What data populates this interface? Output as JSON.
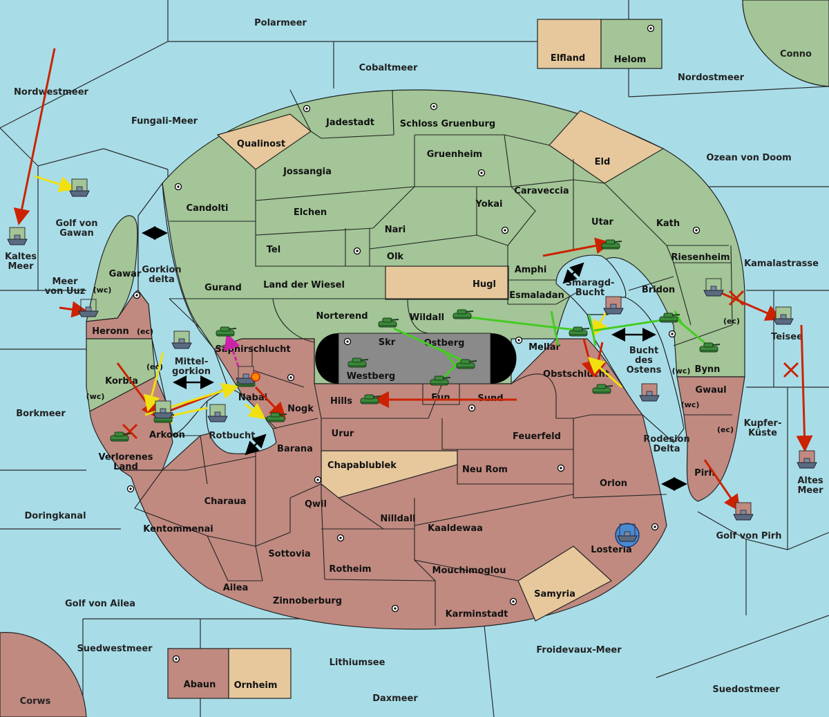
{
  "map": {
    "colors": {
      "sea": "#a8dde8",
      "green": "#a3c597",
      "red": "#c08a80",
      "neutral": "#e6c89c",
      "impassable": "#000000",
      "grey": "#8a8a8a",
      "supply_center": "#000000",
      "move_red": "#cc2200",
      "support_yellow": "#f0e010",
      "support_green": "#44cc22",
      "retreat_magenta": "#cc22aa"
    },
    "sea_labels": [
      {
        "id": "polarmeer",
        "text": "Polarmeer"
      },
      {
        "id": "cobaltmeer",
        "text": "Cobaltmeer"
      },
      {
        "id": "nordwestmeer",
        "text": "Nordwestmeer"
      },
      {
        "id": "fungali-meer",
        "text": "Fungali-Meer"
      },
      {
        "id": "conno",
        "text": "Conno"
      },
      {
        "id": "nordostmeer",
        "text": "Nordostmeer"
      },
      {
        "id": "ozean-von-doom",
        "text": "Ozean von Doom"
      },
      {
        "id": "golf-von-gawan",
        "text": "Golf von\nGawan"
      },
      {
        "id": "kaltes-meer",
        "text": "Kaltes\nMeer"
      },
      {
        "id": "meer-von-uuz",
        "text": "Meer\nvon Uuz"
      },
      {
        "id": "gorkion-delta",
        "text": "Gorkion\ndelta"
      },
      {
        "id": "kamalastrasse",
        "text": "Kamalastrasse"
      },
      {
        "id": "smaragd-bucht",
        "text": "Smaragd-\nBucht"
      },
      {
        "id": "mittel-gorkion",
        "text": "Mittel-\ngorkion"
      },
      {
        "id": "bucht-des-ostens",
        "text": "Bucht\ndes\nOstens"
      },
      {
        "id": "teisee",
        "text": "Teisee"
      },
      {
        "id": "borkmeer",
        "text": "Borkmeer"
      },
      {
        "id": "rotbucht",
        "text": "Rotbucht"
      },
      {
        "id": "kupfer-kueste",
        "text": "Kupfer-\nKüste"
      },
      {
        "id": "rodesion-delta",
        "text": "Rodesion\nDelta"
      },
      {
        "id": "altes-meer",
        "text": "Altes\nMeer"
      },
      {
        "id": "doringkanal",
        "text": "Doringkanal"
      },
      {
        "id": "golf-von-pirh",
        "text": "Golf von Pirh"
      },
      {
        "id": "golf-von-ailea",
        "text": "Golf von Ailea"
      },
      {
        "id": "suedwestmeer",
        "text": "Suedwestmeer"
      },
      {
        "id": "froidevaux-meer",
        "text": "Froidevaux-Meer"
      },
      {
        "id": "lithiumsee",
        "text": "Lithiumsee"
      },
      {
        "id": "suedostmeer",
        "text": "Suedostmeer"
      },
      {
        "id": "daxmeer",
        "text": "Daxmeer"
      },
      {
        "id": "corws",
        "text": "Corws"
      }
    ],
    "land_labels": [
      {
        "id": "elfland",
        "text": "Elfland"
      },
      {
        "id": "helom",
        "text": "Helom"
      },
      {
        "id": "jadestadt",
        "text": "Jadestadt"
      },
      {
        "id": "schloss-gruenburg",
        "text": "Schloss Gruenburg"
      },
      {
        "id": "qualinost",
        "text": "Qualinost"
      },
      {
        "id": "gruenheim",
        "text": "Gruenheim"
      },
      {
        "id": "eld",
        "text": "Eld"
      },
      {
        "id": "jossangia",
        "text": "Jossangia"
      },
      {
        "id": "caraveccia",
        "text": "Caraveccia"
      },
      {
        "id": "candolti",
        "text": "Candolti"
      },
      {
        "id": "elchen",
        "text": "Elchen"
      },
      {
        "id": "yokai",
        "text": "Yokai"
      },
      {
        "id": "utar",
        "text": "Utar"
      },
      {
        "id": "kath",
        "text": "Kath"
      },
      {
        "id": "nari",
        "text": "Nari"
      },
      {
        "id": "tel",
        "text": "Tel"
      },
      {
        "id": "olk",
        "text": "Olk"
      },
      {
        "id": "amphi",
        "text": "Amphi"
      },
      {
        "id": "riesenheim",
        "text": "Riesenheim"
      },
      {
        "id": "gawar",
        "text": "Gawar"
      },
      {
        "id": "land-der-wiesel",
        "text": "Land der Wiesel"
      },
      {
        "id": "hugl",
        "text": "Hugl"
      },
      {
        "id": "gurand",
        "text": "Gurand"
      },
      {
        "id": "bridon",
        "text": "Bridon"
      },
      {
        "id": "esmaladan",
        "text": "Esmaladan"
      },
      {
        "id": "heronn",
        "text": "Heronn"
      },
      {
        "id": "norterend",
        "text": "Norterend"
      },
      {
        "id": "wildall",
        "text": "Wildall"
      },
      {
        "id": "saphirschlucht",
        "text": "Saphirschlucht"
      },
      {
        "id": "skr",
        "text": "Skr"
      },
      {
        "id": "ostberg",
        "text": "Ostberg"
      },
      {
        "id": "mellar",
        "text": "Mellar"
      },
      {
        "id": "westberg",
        "text": "Westberg"
      },
      {
        "id": "korbia",
        "text": "Korbia"
      },
      {
        "id": "obstschlucht",
        "text": "Obstschlucht"
      },
      {
        "id": "bynn",
        "text": "Bynn"
      },
      {
        "id": "nabai",
        "text": "Nabai"
      },
      {
        "id": "hills",
        "text": "Hills"
      },
      {
        "id": "eun",
        "text": "Eun"
      },
      {
        "id": "sund",
        "text": "Sund"
      },
      {
        "id": "gwaul",
        "text": "Gwaul"
      },
      {
        "id": "nogk",
        "text": "Nogk"
      },
      {
        "id": "arkoon",
        "text": "Arkoon"
      },
      {
        "id": "urur",
        "text": "Urur"
      },
      {
        "id": "feuerfeld",
        "text": "Feuerfeld"
      },
      {
        "id": "verlorenes-land",
        "text": "Verlorenes\nLand"
      },
      {
        "id": "barana",
        "text": "Barana"
      },
      {
        "id": "chapablublek",
        "text": "Chapablublek"
      },
      {
        "id": "neu-rom",
        "text": "Neu Rom"
      },
      {
        "id": "orlon",
        "text": "Orlon"
      },
      {
        "id": "pirh",
        "text": "Pirh"
      },
      {
        "id": "charaua",
        "text": "Charaua"
      },
      {
        "id": "qwil",
        "text": "Qwil"
      },
      {
        "id": "nilldall",
        "text": "Nilldall"
      },
      {
        "id": "kentommenai",
        "text": "Kentommenai"
      },
      {
        "id": "kaaldewaa",
        "text": "Kaaldewaa"
      },
      {
        "id": "losteria",
        "text": "Losteria"
      },
      {
        "id": "sottovia",
        "text": "Sottovia"
      },
      {
        "id": "rotheim",
        "text": "Rotheim"
      },
      {
        "id": "mouchimoglou",
        "text": "Mouchimoglou"
      },
      {
        "id": "ailea",
        "text": "Ailea"
      },
      {
        "id": "samyria",
        "text": "Samyria"
      },
      {
        "id": "zinnoberburg",
        "text": "Zinnoberburg"
      },
      {
        "id": "karminstadt",
        "text": "Karminstadt"
      },
      {
        "id": "abaun",
        "text": "Abaun"
      },
      {
        "id": "ornheim",
        "text": "Ornheim"
      }
    ],
    "coast_labels": [
      "(wc)",
      "(ec)",
      "(ec)",
      "(wc)",
      "(ec)",
      "(wc)",
      "(wc)",
      "(ec)"
    ]
  }
}
